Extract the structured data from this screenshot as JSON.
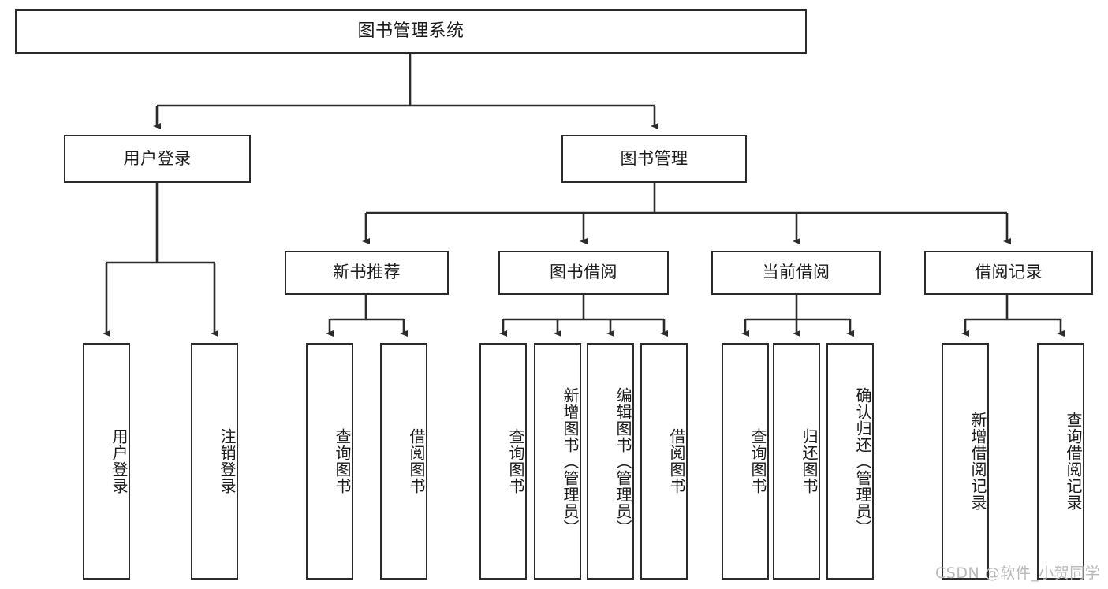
{
  "diagram": {
    "type": "hierarchy-tree",
    "title": "图书管理系统",
    "root": {
      "id": "root",
      "label": "图书管理系统"
    },
    "level1": [
      {
        "id": "user-login",
        "label": "用户登录"
      },
      {
        "id": "book-manage",
        "label": "图书管理"
      }
    ],
    "level2": [
      {
        "id": "new-book-recommend",
        "label": "新书推荐",
        "parent": "book-manage"
      },
      {
        "id": "book-borrow",
        "label": "图书借阅",
        "parent": "book-manage"
      },
      {
        "id": "current-borrow",
        "label": "当前借阅",
        "parent": "book-manage"
      },
      {
        "id": "borrow-record",
        "label": "借阅记录",
        "parent": "book-manage"
      }
    ],
    "leaves": {
      "user_login": [
        {
          "id": "leaf-user-login",
          "label": "用户登录"
        },
        {
          "id": "leaf-logout",
          "label": "注销登录"
        }
      ],
      "new_book_recommend": [
        {
          "id": "leaf-query-book-1",
          "label": "查询图书"
        },
        {
          "id": "leaf-borrow-book-1",
          "label": "借阅图书"
        }
      ],
      "book_borrow": [
        {
          "id": "leaf-query-book-2",
          "label": "查询图书"
        },
        {
          "id": "leaf-add-book",
          "label": "新增图书（管理员）"
        },
        {
          "id": "leaf-edit-book",
          "label": "编辑图书（管理员）"
        },
        {
          "id": "leaf-borrow-book-2",
          "label": "借阅图书"
        }
      ],
      "current_borrow": [
        {
          "id": "leaf-query-book-3",
          "label": "查询图书"
        },
        {
          "id": "leaf-return-book",
          "label": "归还图书"
        },
        {
          "id": "leaf-confirm-return",
          "label": "确认归还（管理员）"
        }
      ],
      "borrow_record": [
        {
          "id": "leaf-add-record",
          "label": "新增借阅记录"
        },
        {
          "id": "leaf-query-record",
          "label": "查询借阅记录"
        }
      ]
    }
  },
  "watermark": {
    "text": "CSDN @软件_小贺同学"
  },
  "colors": {
    "stroke": "#2b2b2b",
    "background": "#ffffff",
    "text": "#1a1a1a",
    "watermark": "#b9b9b9"
  }
}
